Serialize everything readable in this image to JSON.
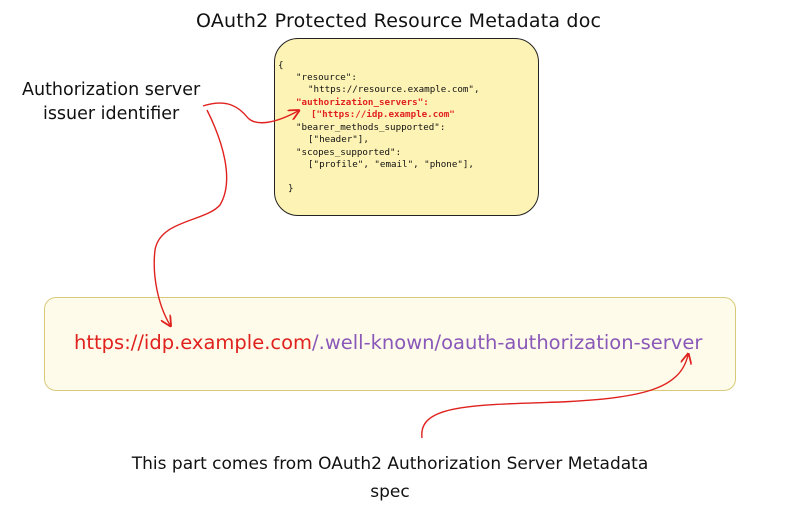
{
  "title": "OAuth2 Protected Resource Metadata doc",
  "json_doc": {
    "lines": [
      {
        "text": "{",
        "style": "plain"
      },
      {
        "text": "\"resource\":",
        "style": "plain"
      },
      {
        "text": "\"https://resource.example.com\",",
        "style": "plain"
      },
      {
        "text": "\"authorization_servers\":",
        "style": "red"
      },
      {
        "text": "[\"https://idp.example.com\"",
        "style": "red"
      },
      {
        "text": "\"bearer_methods_supported\":",
        "style": "plain"
      },
      {
        "text": "[\"header\"],",
        "style": "plain"
      },
      {
        "text": "\"scopes_supported\":",
        "style": "plain"
      },
      {
        "text": "[\"profile\", \"email\", \"phone\"],",
        "style": "plain"
      },
      {
        "text": "}",
        "style": "plain"
      }
    ]
  },
  "side_label": {
    "line1": "Authorization server",
    "line2": "issuer identifier"
  },
  "url": {
    "host": "https://idp.example.com",
    "path": "/.well-known/oauth-authorization-server"
  },
  "bottom_note": {
    "line1": "This part comes from OAuth2 Authorization Server Metadata",
    "line2": "spec"
  },
  "colors": {
    "doc_box_fill": "#fdf3b5",
    "url_box_fill": "#fefbea",
    "highlight_red": "#e0221f",
    "path_purple": "#8a58b8",
    "arrow_red": "#e0221f"
  }
}
